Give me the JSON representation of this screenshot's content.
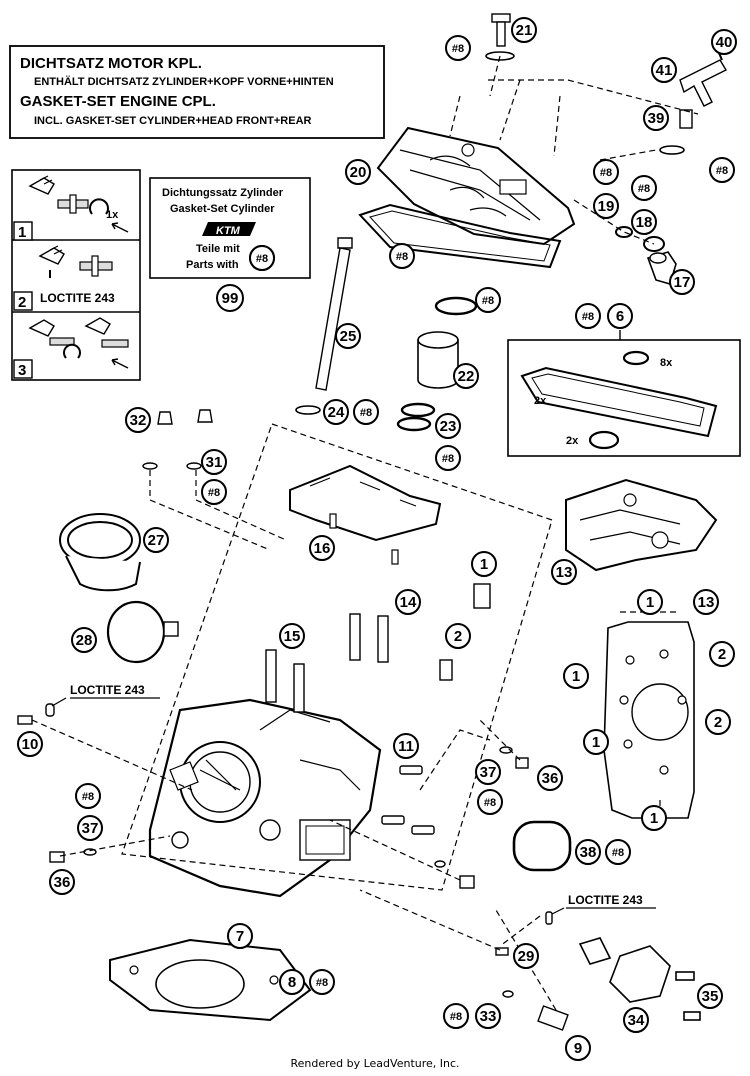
{
  "gasket_box": {
    "line1": "DICHTSATZ MOTOR KPL.",
    "line2": "ENTHÄLT DICHTSATZ ZYLINDER+KOPF VORNE+HINTEN",
    "line3": "GASKET-SET ENGINE CPL.",
    "line4": "INCL. GASKET-SET CYLINDER+HEAD FRONT+REAR"
  },
  "cylinder_box": {
    "line1": "Dichtungssatz Zylinder",
    "line2": "Gasket-Set Cylinder",
    "logo": "KTM",
    "line3": "Teile mit",
    "line4": "Parts with",
    "ref": "#8"
  },
  "kit_ref": "99",
  "steps": [
    {
      "number": "1",
      "text": "1x"
    },
    {
      "number": "2",
      "text": "LOCTITE 243"
    },
    {
      "number": "3",
      "text": ""
    }
  ],
  "loctite": "LOCTITE 243",
  "multipliers": {
    "seal_8x": "8x",
    "gasket_2x": "2x",
    "ring_2x": "2x"
  },
  "callouts": {
    "p1": "1",
    "p2": "2",
    "p6": "6",
    "p7": "7",
    "p8": "8",
    "p9": "9",
    "p10": "10",
    "p11": "11",
    "p13": "13",
    "p14": "14",
    "p15": "15",
    "p16": "16",
    "p17": "17",
    "p18": "18",
    "p19": "19",
    "p20": "20",
    "p21": "21",
    "p22": "22",
    "p23": "23",
    "p24": "24",
    "p25": "25",
    "p27": "27",
    "p28": "28",
    "p29": "29",
    "p31": "31",
    "p32": "32",
    "p33": "33",
    "p34": "34",
    "p35": "35",
    "p36": "36",
    "p37": "37",
    "p38": "38",
    "p39": "39",
    "p40": "40",
    "p41": "41"
  },
  "ref_mark": "#8",
  "footer": "Rendered by LeadVenture, Inc."
}
